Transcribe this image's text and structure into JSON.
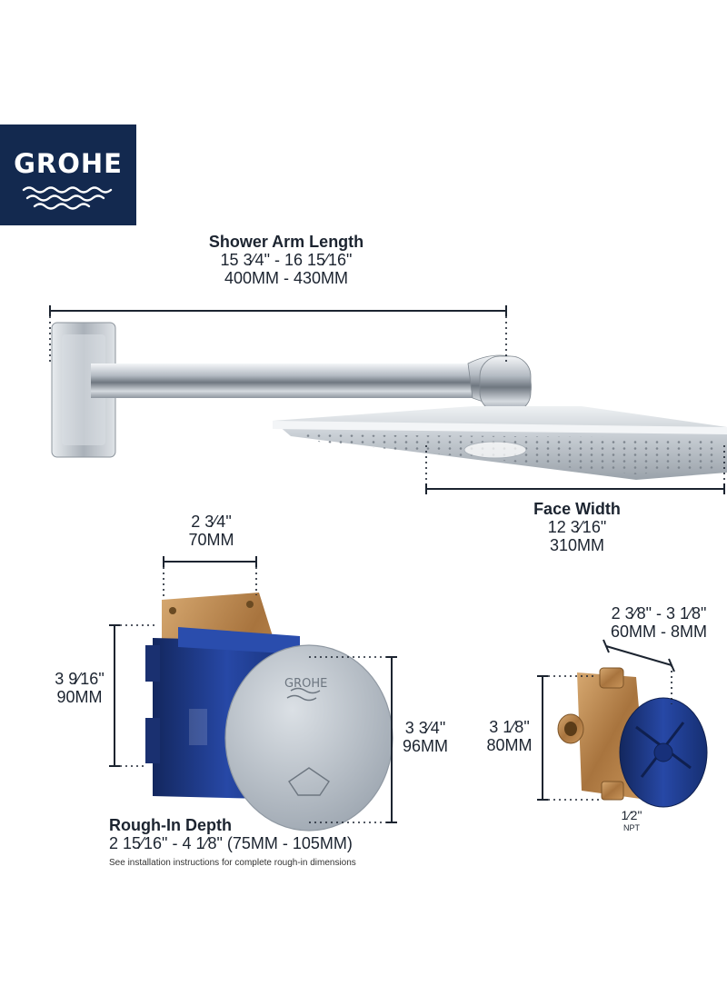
{
  "brand": {
    "logo_text": "GROHE",
    "colors": {
      "navy": "#13294f",
      "chrome": "#b8bfc7",
      "body_blue": "#1f3a8a",
      "brass": "#b88a52",
      "dim_line": "#1c2430"
    }
  },
  "shower_arm": {
    "title": "Shower Arm Length",
    "imperial": "15 3⁄4\" - 16 15⁄16\"",
    "metric": "400MM - 430MM"
  },
  "face_width": {
    "title": "Face Width",
    "imperial": "12 3⁄16\"",
    "metric": "310MM"
  },
  "valve_width": {
    "imperial": "2 3⁄4\"",
    "metric": "70MM"
  },
  "valve_height": {
    "imperial": "3 9⁄16\"",
    "metric": "90MM"
  },
  "cover_height": {
    "imperial": "3 3⁄4\"",
    "metric": "96MM"
  },
  "rough_in": {
    "title": "Rough-In Depth",
    "dims": "2 15⁄16\" - 4 1⁄8\"  (75MM - 105MM)",
    "note": "See installation instructions for complete rough-in dimensions"
  },
  "small_valve_width": {
    "imperial": "2 3⁄8\" - 3 1⁄8\"",
    "metric": "60MM - 8MM"
  },
  "small_valve_height": {
    "imperial": "3 1⁄8\"",
    "metric": "80MM"
  },
  "npt": {
    "size": "1⁄2\"",
    "label": "NPT"
  },
  "icons": [
    "grohe-logo",
    "shower-arm",
    "shower-head",
    "thermostatic-valve",
    "rough-in-valve"
  ]
}
